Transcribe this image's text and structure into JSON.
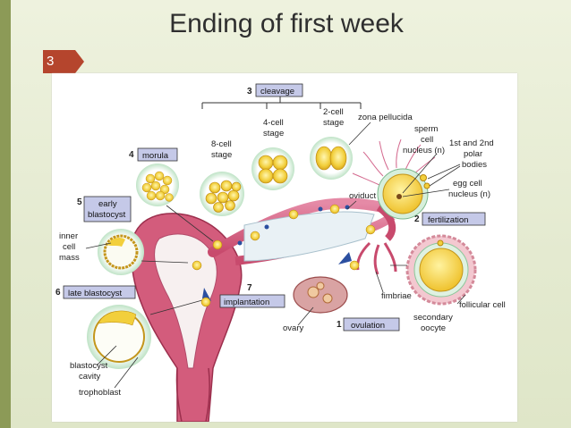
{
  "slide": {
    "title": "Ending of first week",
    "page_number": "3",
    "colors": {
      "accent_bar": "#8c9a57",
      "number_badge": "#b5452d",
      "background": "#e6ecd2",
      "label_box": "#c5c9e8"
    }
  },
  "diagram": {
    "steps": [
      {
        "number": "1",
        "label": "ovulation"
      },
      {
        "number": "2",
        "label": "fertilization"
      },
      {
        "number": "3",
        "label": "cleavage"
      },
      {
        "number": "4",
        "label": "morula"
      },
      {
        "number": "5",
        "label": "early blastocyst"
      },
      {
        "number": "6",
        "label": "late blastocyst"
      },
      {
        "number": "7",
        "label": "implantation"
      }
    ],
    "labels": {
      "eight_cell_1": "8-cell",
      "eight_cell_2": "stage",
      "four_cell_1": "4-cell",
      "four_cell_2": "stage",
      "two_cell_1": "2-cell",
      "two_cell_2": "stage",
      "zona_pellucida": "zona pellucida",
      "sperm_1": "sperm",
      "sperm_2": "cell",
      "sperm_3": "nucleus (n)",
      "polar_1": "1st and 2nd",
      "polar_2": "polar",
      "polar_3": "bodies",
      "egg_1": "egg cell",
      "egg_2": "nucleus (n)",
      "oviduct": "oviduct",
      "inner_1": "inner",
      "inner_2": "cell",
      "inner_3": "mass",
      "early_1": "early",
      "early_2": "blastocyst",
      "follicular_cell": "follicular cell",
      "fimbriae": "fimbriae",
      "ovary": "ovary",
      "secondary_1": "secondary",
      "secondary_2": "oocyte",
      "blasto_cavity_1": "blastocyst",
      "blasto_cavity_2": "cavity",
      "trophoblast": "trophoblast"
    }
  }
}
